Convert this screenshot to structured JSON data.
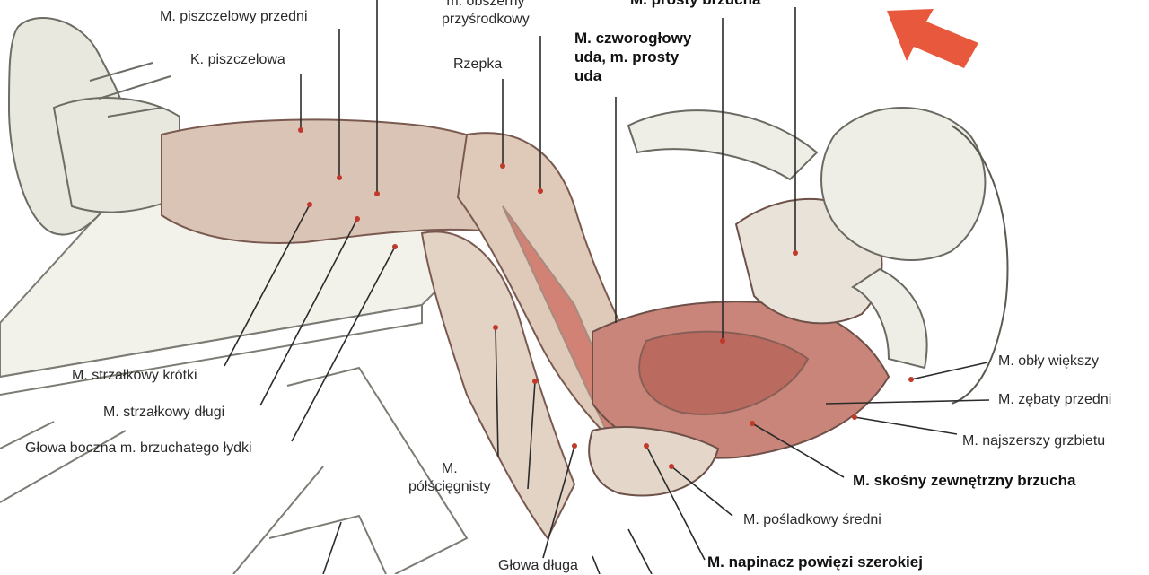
{
  "labels": {
    "piszczelowy_przedni": "M. piszczelowy przedni",
    "obszerny_przysrodkowy": "m. obszerny\nprzyśrodkowy",
    "prosty_brzucha": "M. prosty brzucha",
    "k_piszczelowa": "K. piszczelowa",
    "rzepka": "Rzepka",
    "czworoglowy": "M. czworogłowy\nuda, m. prosty\nuda",
    "obly_wiekszy": "M. obły większy",
    "zebaty_przedni": "M. zębaty przedni",
    "najszerszy_grzbietu": "M. najszerszy grzbietu",
    "skosny_zewnetrzny": "M. skośny zewnętrzny brzucha",
    "strzalkowy_krotki": "M. strzałkowy krótki",
    "strzalkowy_dlugi": "M. strzałkowy długi",
    "glowa_boczna": "Głowa boczna m. brzuchatego łydki",
    "polsciegnisty": "M.\npółścięgnisty",
    "posladkowy_sredni": "M. pośladkowy średni",
    "napinacz": "M. napinacz powięzi szerokiej",
    "glowa_dluga": "Głowa długa"
  },
  "colors": {
    "line": "#2b2b2b",
    "muscle_red": "#c8473f",
    "arrow": "#e8583c",
    "sketch": "#8a8a80",
    "skin": "#ecebe2"
  }
}
